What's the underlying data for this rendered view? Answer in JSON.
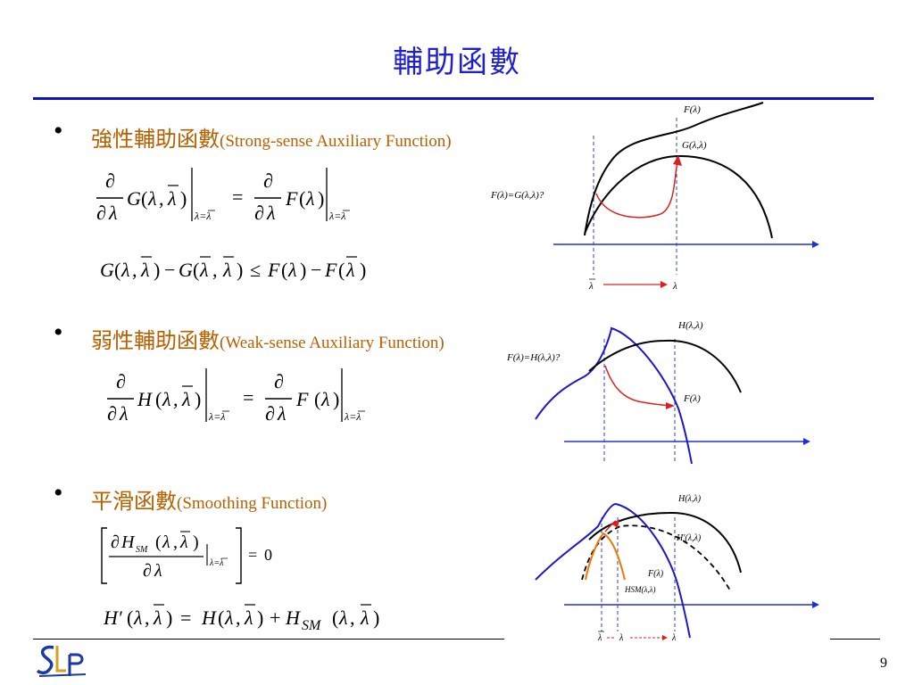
{
  "slide": {
    "title": "輔助函數",
    "page_number": "9",
    "colors": {
      "title": "#1f1fd0",
      "rule": "#1010c0",
      "heading": "#b86000",
      "bullet": "#000000",
      "graph_blue": "#1a1acc",
      "graph_red": "#e02020",
      "graph_orange": "#f07800",
      "axis": "#2030d0"
    }
  },
  "sections": [
    {
      "bullet": "•",
      "zh": "強性輔助函數",
      "en": "(Strong-sense Auxiliary Function)"
    },
    {
      "bullet": "•",
      "zh": "弱性輔助函數",
      "en": "(Weak-sense Auxiliary Function)"
    },
    {
      "bullet": "•",
      "zh": "平滑函數",
      "en": "(Smoothing Function)"
    }
  ],
  "formulas": {
    "partial": "∂",
    "lambda": "λ",
    "lambda_bar": "λ",
    "G_sym": "G",
    "F_sym": "F",
    "H_sym": "H",
    "H_prime": "H′",
    "sub_sm": "SM",
    "open_paren": "(",
    "close_paren": ")",
    "comma": ",",
    "eq": "=",
    "minus": "−",
    "le": "≤",
    "plus": "+",
    "zero": "0",
    "at_lambda": "λ=λ"
  },
  "graphs": {
    "g1": {
      "label_F": "F(λ)",
      "label_G": "G(λ,λ)",
      "question": "F(λ)=G(λ,λ)?",
      "tick_bar": "λ",
      "tick": "λ"
    },
    "g2": {
      "label_H": "H(λ,λ)",
      "label_F": "F(λ)",
      "question": "F(λ)=H(λ,λ)?"
    },
    "g3": {
      "label_H": "H(λ,λ)",
      "label_Hp": "H′(λ,λ)",
      "label_F": "F(λ)",
      "label_Hsm": "HSM(λ,λ)",
      "tick_bar": "λ",
      "tick_mid": "λ",
      "tick": "λ"
    }
  }
}
